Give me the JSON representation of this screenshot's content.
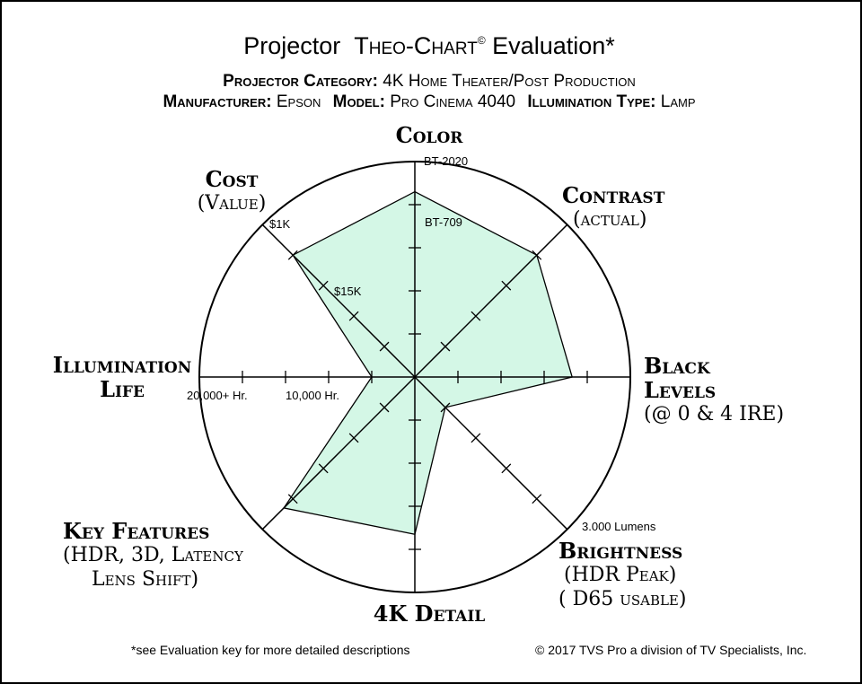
{
  "title": {
    "part1": "Projector",
    "part2": "Theo-Chart",
    "mark": "©",
    "part3": "Evaluation*"
  },
  "subtitle": {
    "category_label": "Projector Category:",
    "category": "4K Home Theater/Post Production",
    "manufacturer_label": "Manufacturer:",
    "manufacturer": "Epson",
    "model_label": "Model:",
    "model": "Pro Cinema 4040",
    "illumination_label": "Illumination Type:",
    "illumination": "Lamp"
  },
  "axis_labels": {
    "color": [
      "Color"
    ],
    "contrast": [
      "Contrast",
      "(actual)"
    ],
    "black": [
      "Black",
      "Levels",
      "(@ 0 & 4 IRE)"
    ],
    "brightness": [
      "Brightness",
      "(HDR Peak)",
      "( D65 usable)"
    ],
    "detail": [
      "4K Detail"
    ],
    "features": [
      "Key Features",
      "(HDR, 3D, Latency",
      "Lens Shift)"
    ],
    "life": [
      "Illumination",
      "Life"
    ],
    "cost": [
      "Cost",
      "(Value)"
    ]
  },
  "tick_labels": {
    "bt2020": "BT-2020",
    "bt709": "BT-709",
    "k1": "$1K",
    "k15": "$15K",
    "hr20000": "20,000+ Hr.",
    "hr10000": "10,000 Hr.",
    "lumens": "3.000 Lumens"
  },
  "footer": {
    "note": "*see Evaluation key for more detailed descriptions",
    "copyright": "© 2017 TVS Pro a division of TV Specialists, Inc."
  },
  "chart_data": {
    "type": "radar",
    "scale": [
      0,
      5
    ],
    "ticks": 5,
    "axes": [
      "Color",
      "Contrast",
      "Black Levels",
      "Brightness",
      "4K Detail",
      "Key Features",
      "Illumination Life",
      "Cost"
    ],
    "values": [
      4.3,
      4.0,
      3.65,
      1.0,
      3.65,
      4.3,
      1.0,
      4.0
    ],
    "fill_color": "#d4f7e6",
    "line_color": "#000000"
  }
}
